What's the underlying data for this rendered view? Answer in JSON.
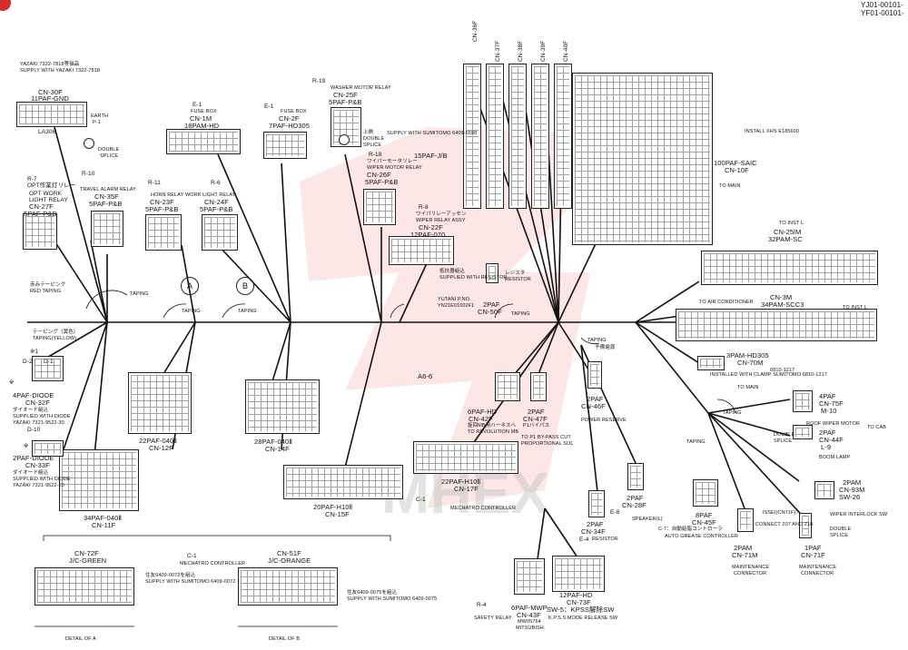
{
  "doc_codes": [
    "YJ01-00101-",
    "YF01-00101-"
  ],
  "watermark": "MHEX",
  "labels": {
    "yazaki_top": "YAZAKI 7322-7818等価品",
    "supply_yazaki_top": "SUPPLY WITH YAZAKI 7322-7818",
    "cn30f": "CN-30F",
    "cn30f_type": "11PAF-GND",
    "la306": "LA306",
    "earth": "EARTH",
    "p1": "P-1",
    "double_splice_1": "DOUBLE",
    "double_splice_1b": "SPLICE",
    "r7": "R-7",
    "r7_jp": "OPT作業灯リレー",
    "opt_work": "OPT WORK",
    "light_relay": "LIGHT RELAY",
    "cn27f": "CN-27F",
    "cn27f_type": "5PAF-P&B",
    "r10": "R-10",
    "travel_alarm": "TRAVEL ALARM RELAY",
    "cn35f": "CN-35F",
    "cn35f_type": "5PAF-P&B",
    "r11": "R-11",
    "horn_relay": "HORN RELAY",
    "cn23f": "CN-23F",
    "cn23f_type": "5PAF-P&B",
    "r6": "R-6",
    "work_light_relay": "WORK LIGHT RELAY",
    "cn24f": "CN-24F",
    "cn24f_type": "5PAF-P&B",
    "e1a": "E-1",
    "fuse_box_a": "FUSE BOX",
    "cn1m": "CN-1M",
    "cn1m_type": "18PAM-HD",
    "e1b": "E-1",
    "fuse_box_b": "FUSE BOX",
    "cn2f": "CN-2F",
    "cn2f_type": "7PAF-HD305",
    "r19": "R-19",
    "washer_motor": "WASHER MOTOR RELAY",
    "cn25f": "CN-25F",
    "cn25f_type": "5PAF-P&B",
    "double_splice_2": "上側",
    "double_splice_2b": "DOUBLE",
    "double_splice_2c": "SPLICE",
    "supply_sumitomo_a": "SUPPLY WITH SUMITOMO 6409-6598",
    "fifteen_paf": "15PAF-J/B",
    "r18": "R-18",
    "r18_jp": "ワイパーモータリレー",
    "wiper_motor_relay": "WIPER MOTOR RELAY",
    "cn26f": "CN-26F",
    "cn26f_type": "5PAF-P&B",
    "r8": "R-8",
    "r8_jp": "ワイパリレーアッセン",
    "wiper_relay_assy": "WIPER RELAY ASSY",
    "cn22f": "CN-22F",
    "cn22f_type": "12PAF-070",
    "cn36f": "CN-36F",
    "cn37f": "CN-37F",
    "cn38f": "CN-38F",
    "cn39f": "CN-39F",
    "cn40f": "CN-40F",
    "install_xhs": "INSTALL XHS E185600",
    "cn10f_type": "100PAF-SAIC",
    "cn10f": "CN-10F",
    "to_main": "TO MAIN",
    "to_inst_l_a": "TO INST L",
    "cn25m": "CN-25lM",
    "cn25m_type": "32PAM-SC",
    "to_air_cond": "TO AIR CONDITIONER",
    "cn3m": "CN-3M",
    "cn3m_type": "34PAM-SCC3",
    "to_inst_l_b": "TO INST L",
    "red_taping_jp": "赤みテーピング",
    "red_taping": "RED TAPING",
    "taping": "TAPING",
    "circle_a": "A",
    "circle_b": "B",
    "taping_yellow_jp": "テーピング（黄色）",
    "taping_yellow": "TAPING(YELLOW)",
    "note_1": "※1",
    "d2": "D-2",
    "d1": "D-1",
    "cn32f_type": "4PAF-DIODE",
    "cn32f": "CN-32F",
    "diode_jp": "ダイオード組込",
    "supplied_diode": "SUPPLIED WITH DIODE",
    "yazaki_diode": "YAZAKI 7321-9522-30",
    "d10": "D-10",
    "cn33f_type": "2PAF-DIODE",
    "cn33f": "CN-33F",
    "yazaki_diode2": "YAZAKI 7321-9522-20",
    "resistor_jp": "抵抗器組込",
    "supplied_resistor": "SUPPLIED WITH RESISTOR",
    "yutani": "YUTANI P.NO.",
    "yutani_no": "YN21E01002F1",
    "resistor_r": "レジスタ",
    "resistor_en": "RESISTOR",
    "cn50f_type": "2PAF",
    "cn50f": "CN-50F",
    "a6_6": "A6-6",
    "cn12f_type": "22PAF-040Ⅱ",
    "cn12f": "CN-12F",
    "cn14f_type": "28PAF-040Ⅱ",
    "cn14f": "CN-14F",
    "cn11f_type": "34PAF-040Ⅱ",
    "cn11f": "CN-11F",
    "cn15f_type": "20PAF-H10Ⅱ",
    "cn15f": "CN-15F",
    "cn42f_type": "6PAF-HD",
    "cn42f": "CN-42F",
    "cn42f_jp": "旋回MB用ハーネスへ",
    "to_revolution": "TO REVOLUTION MB",
    "cn47f_type": "2PAF",
    "cn47f": "CN-47F",
    "cn47f_jp": "P1バイパス",
    "to_p1_bypass": "TO P1 BY-PASS CUT",
    "prop_sol": "PROPORTIONAL SOL",
    "cn17f_type": "22PAF-H10Ⅱ",
    "cn17f": "CN-17F",
    "c1a": "C-1",
    "mechatro_ctrl_a": "MECHATRO CONTROLLER",
    "cn46f_type": "2PAF",
    "cn46f": "CN-46F",
    "power_reserve": "POWER RESERVE",
    "reserve_jp": "予備電源",
    "cn70m_type": "3PAM-HD305",
    "cn70m": "CN-70M",
    "install_clamp": "INSTALLED WITH CLAMP SUMITOMO 6810-1217",
    "clamp_no": "6810-1217",
    "to_main_b": "TO MAIN",
    "cn75f_type": "4PAF",
    "cn75f": "CN-75F",
    "m10": "M-10",
    "roof_wiper": "ROOF WIPER MOTOR",
    "to_cab": "TO CAB",
    "cn44f_type": "2PAF",
    "cn44f": "CN-44F",
    "l9": "L-9",
    "boom_lamp": "BOOM LAMP",
    "double_splice_3": "DOUBLE",
    "double_splice_3b": "SPLICE",
    "cn93m_type": "2PAM",
    "cn93m": "CN-93M",
    "sw26": "SW-26",
    "wiper_interlock": "WIPER INTERLOCK SW",
    "cn28f_type": "2PAF",
    "cn28f": "CN-28F",
    "e8": "E-8",
    "speaker": "SPEAKER(L)",
    "cn34f_type": "2PAF",
    "cn34f": "CN-34F",
    "e4": "E-4",
    "resistor_b": "RESISTOR",
    "cn45f_type": "8PAF",
    "cn45f": "CN-45F",
    "c7": "C-7：自動給脂コントローラ",
    "auto_grease": "AUTO GREASE CONTROLLER",
    "issei": "ISSEI(CN71F)?",
    "connect_207": "CONNECT 207 AND 218",
    "cn71m_type": "2PAM",
    "cn71m": "CN-71M",
    "maint_a": "MAINTENANCE",
    "maint_a2": "CONNECTOR",
    "cn71f_type": "1PAF",
    "cn71f": "CN-71F",
    "maint_b": "MAINTENANCE",
    "maint_b2": "CONNECTOR",
    "double_splice_4": "DOUBLE",
    "double_splice_4b": "SPLICE",
    "cn43f_type": "6PAF-MWP",
    "cn43f": "CN-43F",
    "cn43f_no": "MW05764",
    "mitsubishi": "MITSUBISH",
    "r4": "R-4",
    "safety_relay": "SAFETY RELAY",
    "cn73f_type": "12PAF-HD",
    "cn73f": "CN-73F",
    "sw5": "SW-5：KPSS解除SW",
    "kpss": "K.P.S.S MODE RELEASE SW",
    "c1b": "C-1",
    "mechatro_ctrl_b": "MECHATRO CONTROLLER",
    "cn72f": "CN-72F",
    "cn72f_color": "J/C-GREEN",
    "sumitomo_green_jp": "住友6409-0072を組込",
    "supply_green": "SUPPLY WITH SUMITOMO 6409-0072",
    "cn51f": "CN-51F",
    "cn51f_color": "J/C-ORANGE",
    "sumitomo_orange_jp": "住友6409-0075を組込",
    "supply_orange": "SUPPLY WITH SUMITOMO 6409-0075",
    "detail_a": "DETAIL OF A",
    "detail_b": "DETAIL OF B",
    "note_asterisk": "※"
  }
}
